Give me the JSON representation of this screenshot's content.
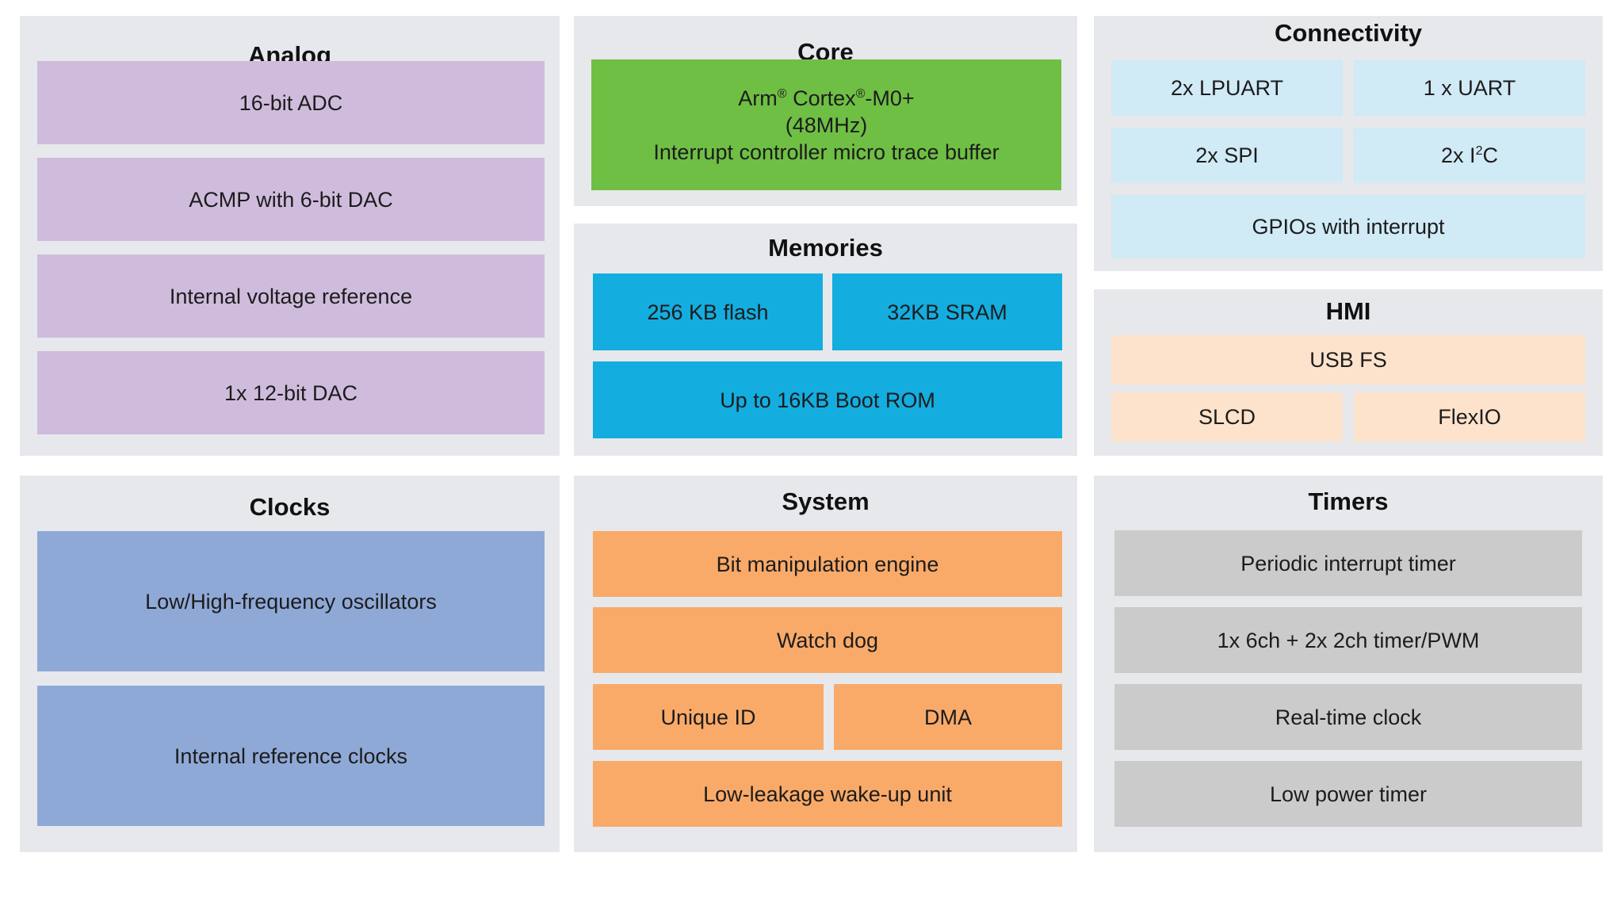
{
  "colors": {
    "panel": "#e6e8eb",
    "analog": "#cfbcdd",
    "core": "#6fbf44",
    "memories": "#13ade0",
    "connectivity": "#d0eaf6",
    "hmi": "#fde2cc",
    "clocks": "#8fa9d7",
    "system": "#f9aa69",
    "timers": "#cbcbcb"
  },
  "analog": {
    "title": "Analog",
    "items": [
      "16-bit ADC",
      "ACMP with 6-bit DAC",
      "Internal voltage reference",
      "1x 12-bit DAC"
    ]
  },
  "core": {
    "title": "Core",
    "line1_a": "Arm",
    "line1_sup1": "®",
    "line1_b": " Cortex",
    "line1_sup2": "®",
    "line1_c": "-M0+",
    "line2": "(48MHz)",
    "line3": "Interrupt controller micro trace buffer"
  },
  "memories": {
    "title": "Memories",
    "flash": "256 KB flash",
    "sram": "32KB SRAM",
    "boot_rom": "Up to 16KB Boot ROM"
  },
  "connectivity": {
    "title": "Connectivity",
    "lpuart": "2x LPUART",
    "uart": "1 x UART",
    "spi": "2x SPI",
    "i2c_a": "2x I",
    "i2c_sup": "2",
    "i2c_b": "C",
    "gpio": "GPIOs with interrupt"
  },
  "hmi": {
    "title": "HMI",
    "usb": "USB FS",
    "slcd": "SLCD",
    "flexio": "FlexIO"
  },
  "clocks": {
    "title": "Clocks",
    "items": [
      "Low/High-frequency oscillators",
      "Internal reference clocks"
    ]
  },
  "system": {
    "title": "System",
    "bme": "Bit manipulation engine",
    "watchdog": "Watch dog",
    "unique_id": "Unique ID",
    "dma": "DMA",
    "llwu": "Low-leakage wake-up unit"
  },
  "timers": {
    "title": "Timers",
    "items": [
      "Periodic interrupt timer",
      "1x 6ch + 2x 2ch timer/PWM",
      "Real-time clock",
      "Low power timer"
    ]
  }
}
